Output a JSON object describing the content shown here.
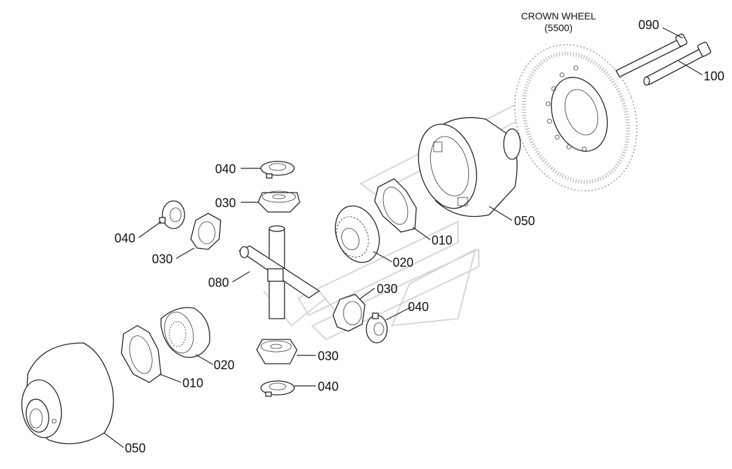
{
  "title": {
    "line1": "CROWN WHEEL",
    "line2": "(5500)"
  },
  "labels": {
    "p090": "090",
    "p100": "100",
    "p050_top": "050",
    "p010_top": "010",
    "p020_top": "020",
    "p040_top": "040",
    "p030_top": "030",
    "p040_left": "040",
    "p030_left": "030",
    "p080": "080",
    "p030_right": "030",
    "p040_right": "040",
    "p020_bottom": "020",
    "p010_bottom": "010",
    "p030_bottom": "030",
    "p040_bottom": "040",
    "p050_bottom": "050"
  },
  "colors": {
    "line": "#222222",
    "watermark": "#bbbbbb"
  }
}
